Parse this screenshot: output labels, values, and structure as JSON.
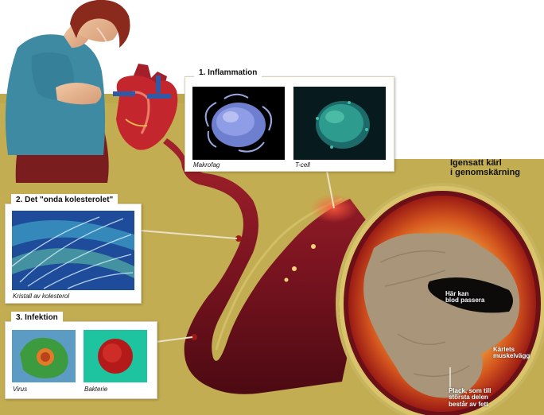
{
  "callouts": {
    "inflammation": {
      "title": "1. Inflammation",
      "captions": [
        "Makrofag",
        "T-cell"
      ]
    },
    "cholesterol": {
      "title": "2. Det \"onda kolesterolet\"",
      "captions": [
        "Kristall av kolesterol"
      ]
    },
    "infection": {
      "title": "3. Infektion",
      "captions": [
        "Virus",
        "Bakterie"
      ]
    }
  },
  "vessel": {
    "title_line1": "Igensatt kärl",
    "title_line2": "i genomskärning",
    "lumen_line1": "Här kan",
    "lumen_line2": "blod passera",
    "wall_line1": "Kärlets",
    "wall_line2": "muskelvägg",
    "plaque_line1": "Plack, som till",
    "plaque_line2": "största delen",
    "plaque_line3": "består av fett"
  },
  "colors": {
    "background_olive": "#c3ad52",
    "artery_red": "#8c1722",
    "plaque_tan": "#a8957a",
    "ring_gold": "#d9c46c"
  }
}
